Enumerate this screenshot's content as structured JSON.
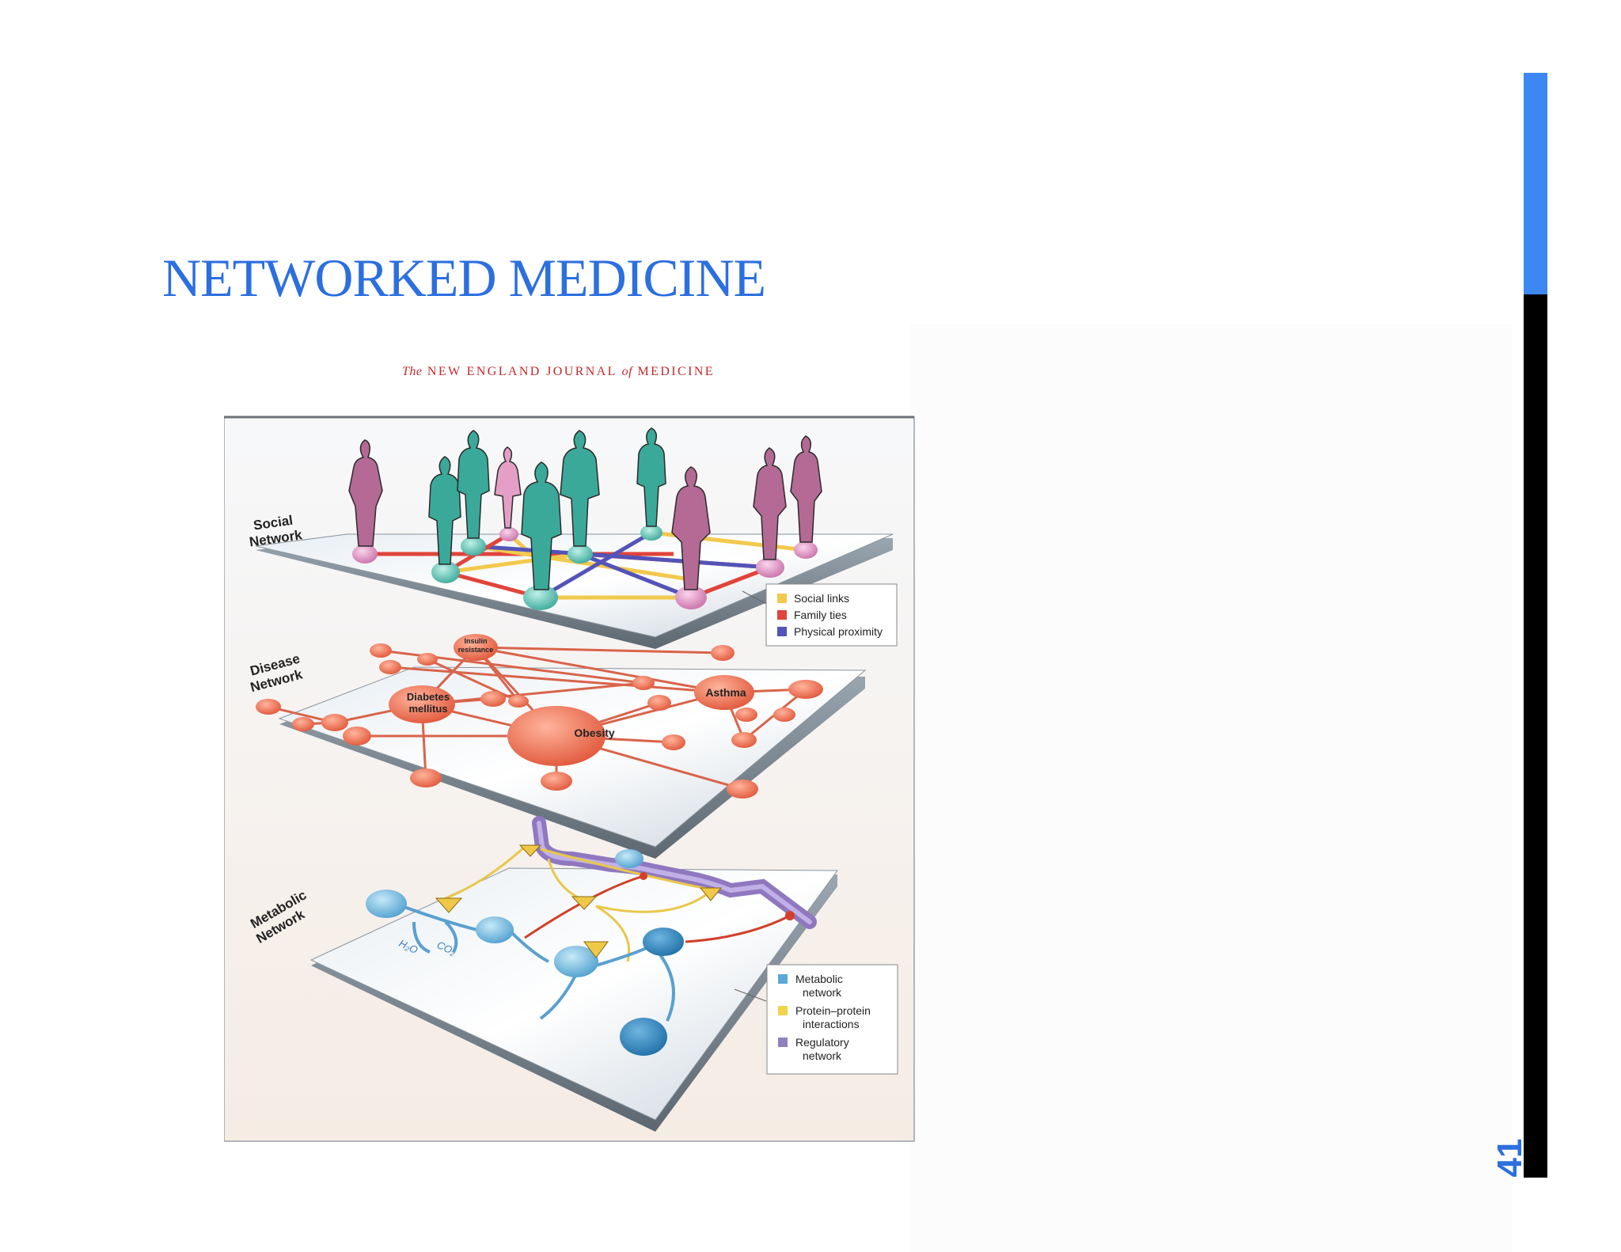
{
  "slide": {
    "title": "NETWORKED MEDICINE",
    "page_number": "41",
    "accent_color": "#3d87f2",
    "title_color": "#2b6fe0"
  },
  "figure": {
    "journal": {
      "the": "The",
      "name_part1": "NEW ENGLAND JOURNAL",
      "of": "of",
      "name_part2": "MEDICINE"
    },
    "layers": {
      "social": {
        "label_line1": "Social",
        "label_line2": "Network"
      },
      "disease": {
        "label_line1": "Disease",
        "label_line2": "Network"
      },
      "metabolic": {
        "label_line1": "Metabolic",
        "label_line2": "Network"
      }
    },
    "social_legend": [
      {
        "label": "Social links",
        "color": "#f2c94c"
      },
      {
        "label": "Family ties",
        "color": "#e0443a"
      },
      {
        "label": "Physical proximity",
        "color": "#5353b8"
      }
    ],
    "disease_nodes": {
      "insulin_line1": "Insulin",
      "insulin_line2": "resistance",
      "diabetes_line1": "Diabetes",
      "diabetes_line2": "mellitus",
      "asthma": "Asthma",
      "obesity": "Obesity"
    },
    "metabolites": {
      "h2o": "H₂O",
      "co2": "CO₂"
    },
    "metabolic_legend": [
      {
        "label_line1": "Metabolic",
        "label_line2": "network",
        "color": "#5aa7d8"
      },
      {
        "label_line1": "Protein–protein",
        "label_line2": "interactions",
        "color": "#f2d34c"
      },
      {
        "label_line1": "Regulatory",
        "label_line2": "network",
        "color": "#9080c0"
      }
    ]
  }
}
